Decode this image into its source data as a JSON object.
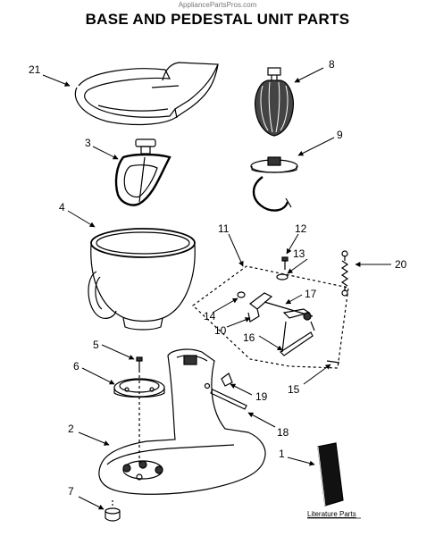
{
  "watermark": "AppliancePartsPros.com",
  "title": "BASE AND PEDESTAL UNIT PARTS",
  "callouts": {
    "c1": "1",
    "c2": "2",
    "c3": "3",
    "c4": "4",
    "c5": "5",
    "c6": "6",
    "c7": "7",
    "c8": "8",
    "c9": "9",
    "c10": "10",
    "c11": "11",
    "c12": "12",
    "c13": "13",
    "c14": "14",
    "c15": "15",
    "c16": "16",
    "c17": "17",
    "c18": "18",
    "c19": "19",
    "c20": "20",
    "c21": "21"
  },
  "literature_label": "Literature Parts"
}
